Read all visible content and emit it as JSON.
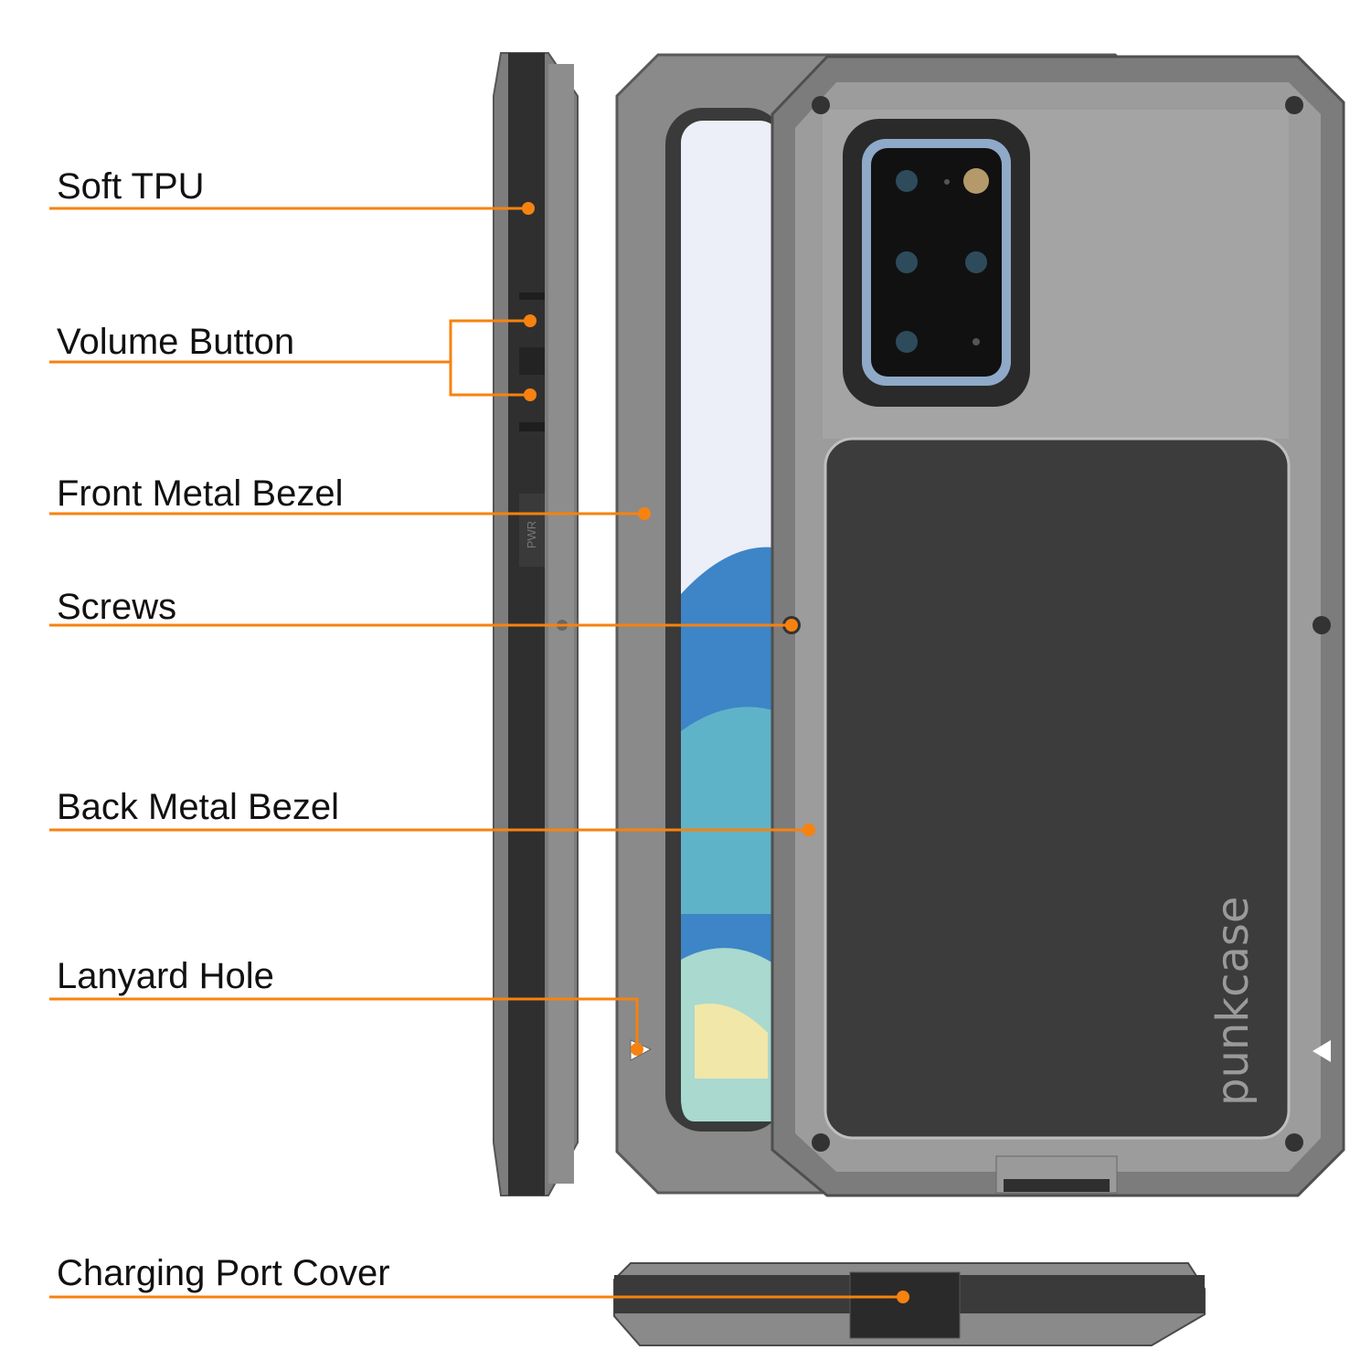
{
  "callouts": [
    {
      "id": "soft-tpu",
      "label": "Soft TPU"
    },
    {
      "id": "volume-button",
      "label": "Volume Button"
    },
    {
      "id": "front-metal-bezel",
      "label": "Front Metal Bezel"
    },
    {
      "id": "screws",
      "label": "Screws"
    },
    {
      "id": "back-metal-bezel",
      "label": "Back Metal Bezel"
    },
    {
      "id": "lanyard-hole",
      "label": "Lanyard Hole"
    },
    {
      "id": "charging-port-cover",
      "label": "Charging Port Cover"
    }
  ],
  "brand": "punkcase",
  "side_marking": "PWR",
  "colors": {
    "callout": "#f7820f",
    "metal": "#8a8a8a",
    "metal_dark": "#5e5e5e",
    "tpu": "#3a3a3a",
    "back_panel": "#3c3c3c",
    "camera_ring": "#8fa9c9"
  }
}
